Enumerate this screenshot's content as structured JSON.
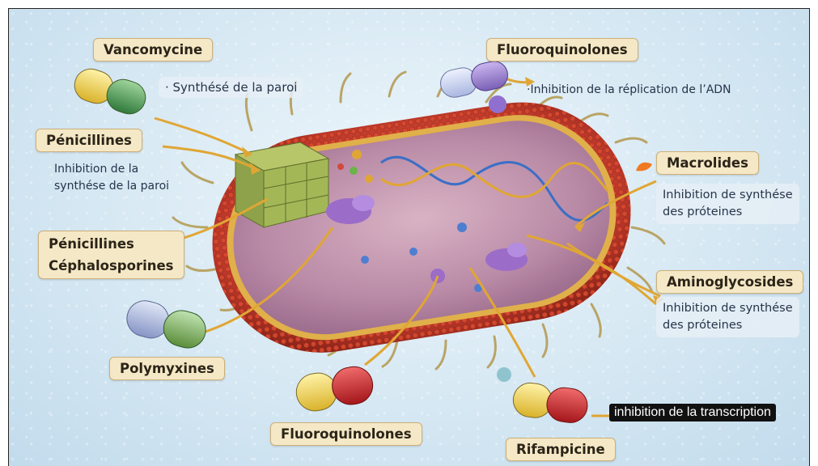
{
  "labels": {
    "vancomycine": "Vancomycine",
    "fluoroquinolones_top": "Fluoroquinolones",
    "penicillines": "Pénicillines",
    "penicillines_cephalo_1": "Pénicillines",
    "penicillines_cephalo_2": "Céphalosporines",
    "macrolides": "Macrolides",
    "aminoglycosides": "Aminoglycosides",
    "polymyxines": "Polymyxines",
    "fluoroquinolones_bottom": "Fluoroquinolones",
    "rifampicine": "Rifampicine"
  },
  "descriptions": {
    "vancomycine_desc": "· Synthésé de la paroi",
    "fluoroquinolones_desc": "·Inhibition de la réplication de l’ADN",
    "penicillines_desc_1": "Inhibition de la",
    "penicillines_desc_2": "synthése de la paroi",
    "macrolides_desc_1": "Inhibition de synthése",
    "macrolides_desc_2": "des próteines",
    "aminoglycosides_desc_1": "Inhibition de synthése",
    "aminoglycosides_desc_2": "des próteines",
    "rifampicine_desc": "inhibition de la transcription"
  },
  "colors": {
    "label_bg": "#f5e8c6",
    "arrow": "#e0a634",
    "cell_wall": "#c0392b",
    "cytoplasm": "#b98aa6"
  }
}
